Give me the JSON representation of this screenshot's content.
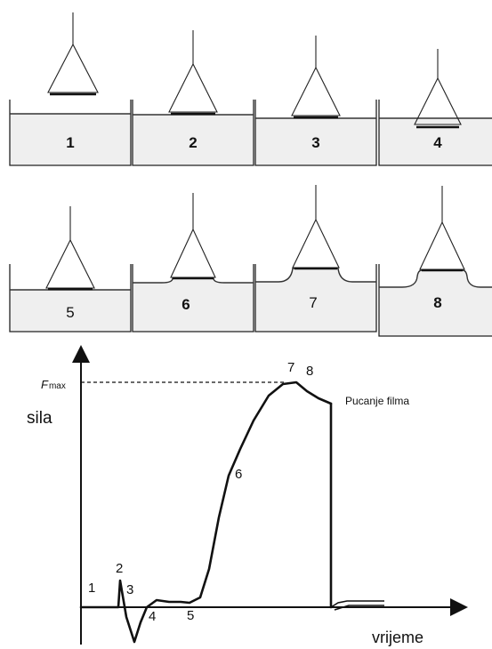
{
  "panels": [
    "1",
    "2",
    "3",
    "4",
    "5",
    "6",
    "7",
    "8"
  ],
  "graph": {
    "y_axis_label": "sila",
    "x_axis_label": "vrijeme",
    "fmax_prefix": "F",
    "fmax_sub": "max",
    "rupture_label": "Pucanje filma",
    "curve_points": [
      "1",
      "2",
      "3",
      "4",
      "5",
      "6",
      "7",
      "8"
    ]
  }
}
